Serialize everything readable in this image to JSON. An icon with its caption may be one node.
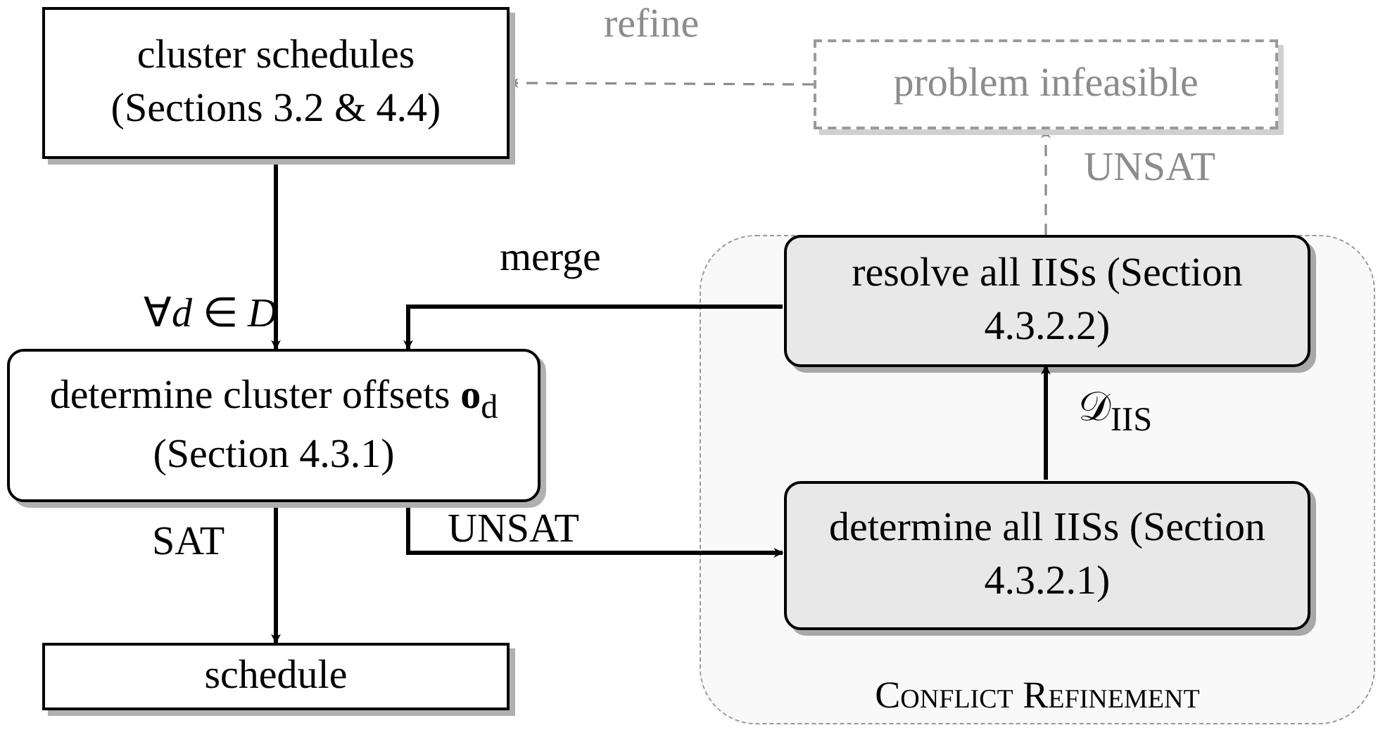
{
  "diagram": {
    "nodes": [
      {
        "text": [
          "cluster schedules (Sections 3.2 & 4.4)"
        ]
      },
      {
        "text": [
          "problem infeasible"
        ]
      },
      {
        "text": [
          "Conflict Refinement"
        ]
      },
      {
        "text": [
          "resolve all IISs (Section 4.3.2.2)"
        ],
        "in": 2
      },
      {
        "text": [
          "determine cluster offsets **o**$_{d}$ (Section 4.3.1)"
        ]
      },
      {
        "text": [
          "determine all IISs (Section 4.3.2.1)"
        ],
        "in": 2
      },
      {
        "text": [
          "schedule"
        ]
      }
    ],
    "edges": [
      {
        "from": 0,
        "to": 4,
        "arrow": "to",
        "label": "∀*d* ∈ *D*"
      },
      {
        "from": 3,
        "to": 4,
        "arrow": "to",
        "label": "merge"
      },
      {
        "from": 4,
        "to": 5,
        "arrow": "to",
        "label": "UNSAT"
      },
      {
        "from": 4,
        "to": 6,
        "arrow": "to",
        "label": "SAT"
      },
      {
        "from": 5,
        "to": 3,
        "arrow": "to",
        "label": "𝒟$_{IIS}$"
      },
      {
        "from": 2,
        "to": 1,
        "arrow": "to",
        "label": "UNSAT",
        "style": "dashed",
        "color": "#8c8c8c"
      },
      {
        "from": 1,
        "to": 0,
        "arrow": "to",
        "label": "refine",
        "style": "dashed",
        "color": "#8c8c8c"
      }
    ]
  }
}
